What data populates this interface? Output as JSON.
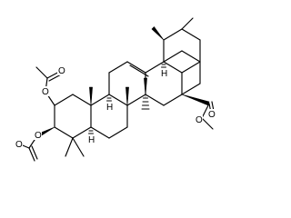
{
  "molecule": {
    "atom_labels": {
      "acetoxy_top_o_ester": "O",
      "acetoxy_top_o_carbonyl": "O",
      "acetoxy_bottom_o_ester": "O",
      "acetoxy_bottom_o_carbonyl": "O",
      "methyl_ester_o_carbonyl": "O",
      "methyl_ester_o_ether": "O",
      "h_c9": "H",
      "h_c18": "H",
      "h_c5": "H"
    }
  }
}
